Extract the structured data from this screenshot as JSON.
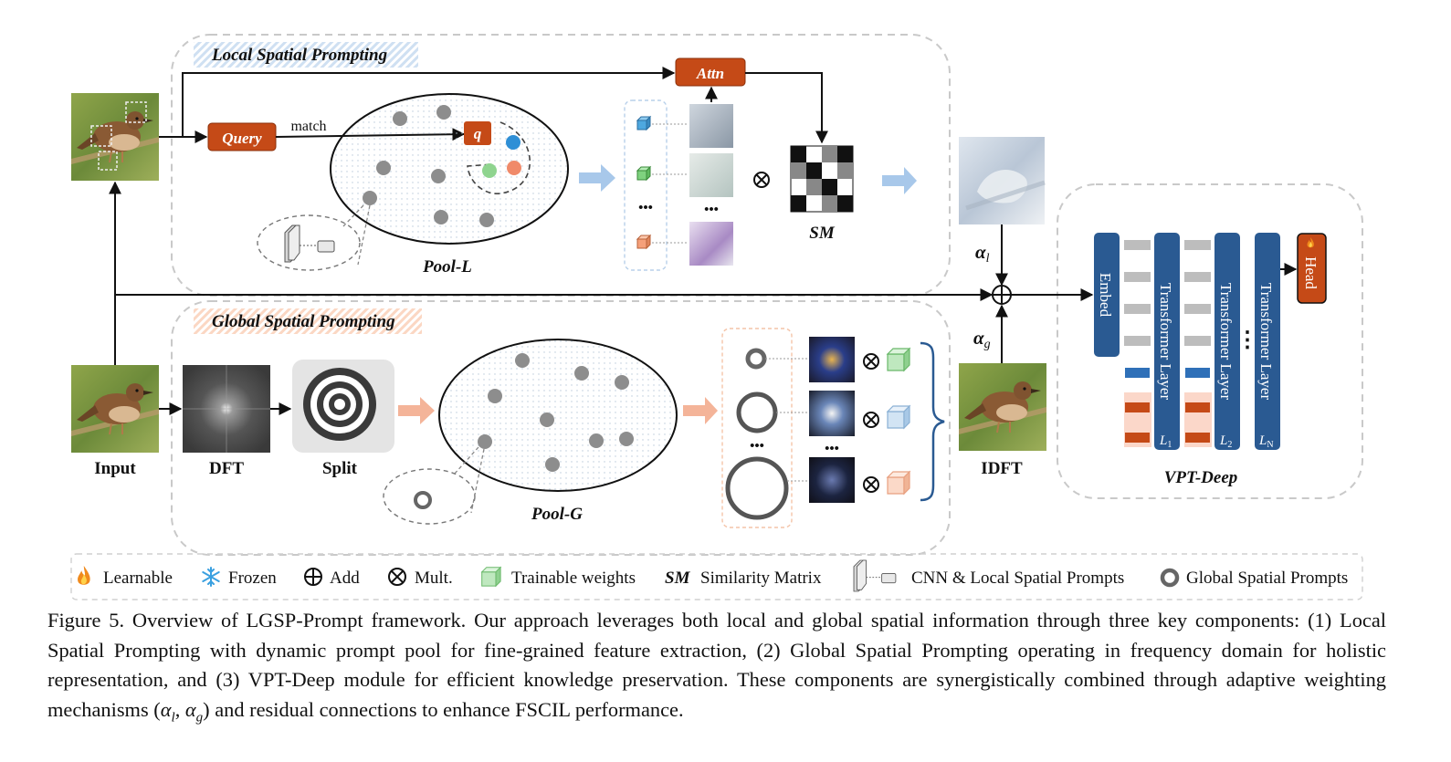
{
  "sections": {
    "local": "Local Spatial Prompting",
    "global": "Global Spatial Prompting",
    "vpt": "VPT-Deep"
  },
  "nodes": {
    "query": "Query",
    "match": "match",
    "q": "q",
    "attn": "Attn",
    "pool_l": "Pool-L",
    "pool_g": "Pool-G",
    "sm": "SM",
    "input": "Input",
    "dft": "DFT",
    "split": "Split",
    "idft": "IDFT",
    "alpha_l": "α",
    "alpha_l_sub": "l",
    "alpha_g": "α",
    "alpha_g_sub": "g",
    "embed": "Embed",
    "transformer": "Transformer Layer",
    "layer_1": "L",
    "layer_1_sub": "1",
    "layer_2": "L",
    "layer_2_sub": "2",
    "layer_n": "L",
    "layer_n_sub": "N",
    "head": "Head",
    "dots": "•••",
    "vdots": "⋮"
  },
  "legend": {
    "learnable": "Learnable",
    "frozen": "Frozen",
    "add": "Add",
    "mult": "Mult.",
    "trainable": "Trainable weights",
    "sm_symbol": "SM",
    "sm_label": "Similarity Matrix",
    "cnn_label": "CNN & Local Spatial Prompts",
    "global_label": "Global Spatial Prompts"
  },
  "caption": {
    "fig": "Figure 5.",
    "text": "Overview of LGSP-Prompt framework. Our approach leverages both local and global spatial information through three key components: (1) Local Spatial Prompting with dynamic prompt pool for fine-grained feature extraction, (2) Global Spatial Prompting operating in frequency domain for holistic representation, and (3) VPT-Deep module for efficient knowledge preservation. These components are synergistically combined through adaptive weighting mechanisms (",
    "alpha_l": "α",
    "sub_l": "l",
    "comma": ", ",
    "alpha_g": "α",
    "sub_g": "g",
    "tail": ") and residual connections to enhance FSCIL performance."
  },
  "colors": {
    "orange": "#c54a17",
    "blue": "#2a5a92",
    "blue_light": "#a8c8ea",
    "salmon": "#f4b499",
    "dot": "#8d8d8d"
  }
}
